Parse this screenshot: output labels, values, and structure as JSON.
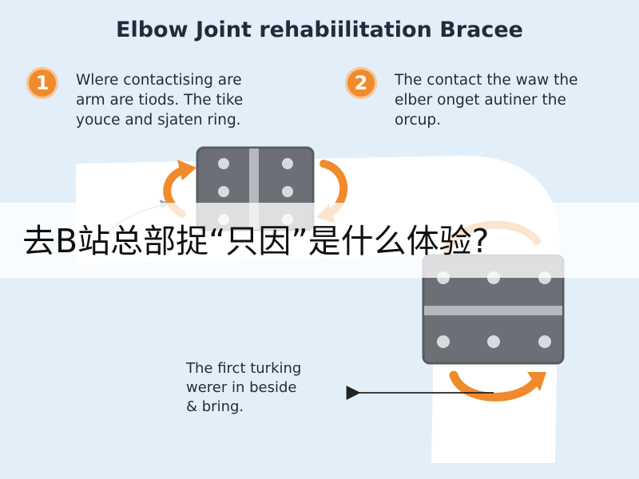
{
  "diagram": {
    "title": "Elbow Joint rehabiilitation Bracee",
    "steps": [
      {
        "number": "1",
        "lines": [
          "Wlere contactising are",
          "arm are tiods. The tike",
          "youce and sjaten ring."
        ]
      },
      {
        "number": "2",
        "lines": [
          "The contact the waw the",
          "elber onget autiner the",
          "orcup."
        ]
      }
    ],
    "note": {
      "lines": [
        "The firct turking",
        "werer in beside",
        "& bring."
      ]
    }
  },
  "overlay": {
    "banner_text": "去B站总部捉“只因”是什么体验?"
  },
  "colors": {
    "background": "#e3eff8",
    "arm": "#ffffff",
    "plate": "#6c7076",
    "plate_border": "#585c61",
    "hinge": "#b5b8bc",
    "screw": "#d8dadd",
    "accent": "#f08a2c"
  }
}
